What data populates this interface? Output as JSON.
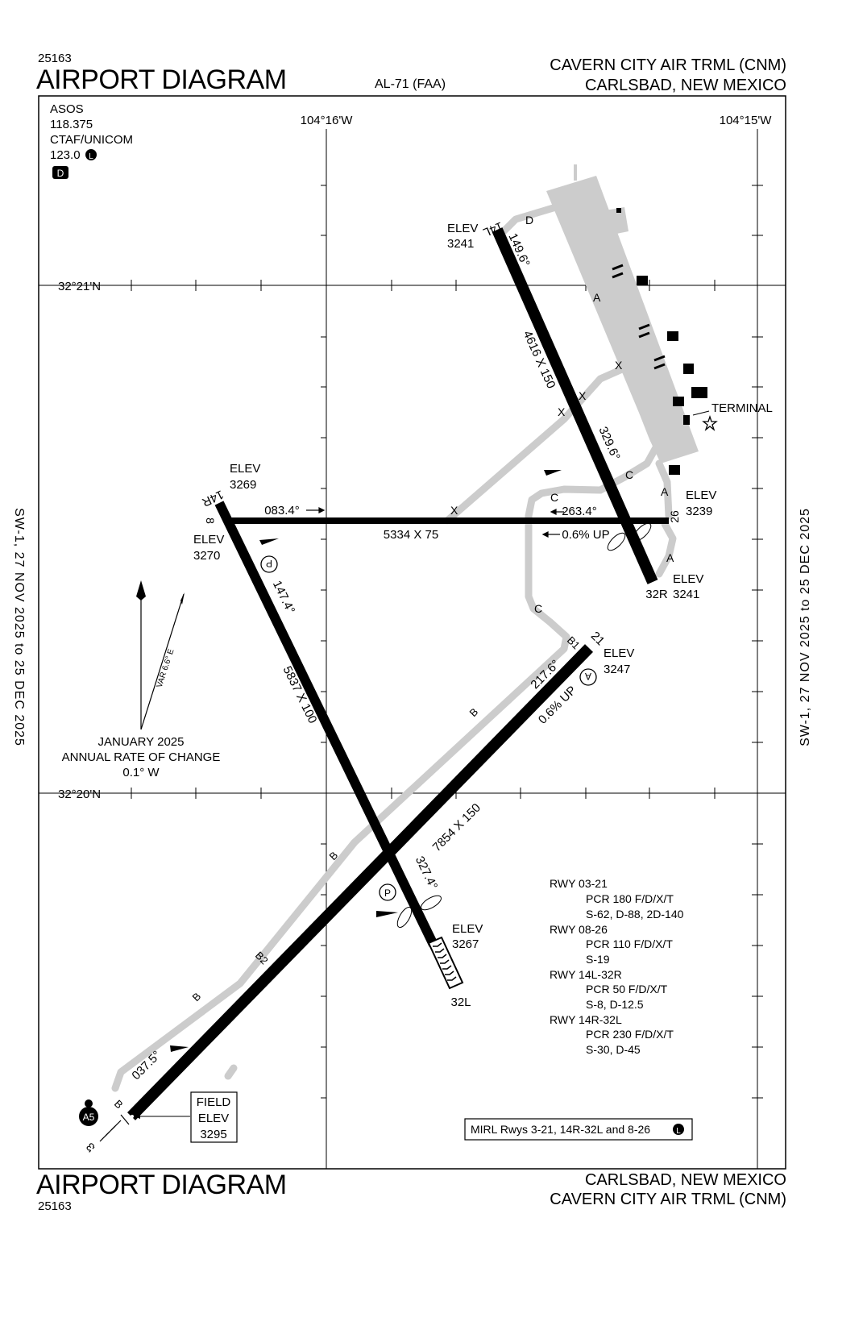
{
  "header": {
    "number_top": "25163",
    "title_top": "AIRPORT DIAGRAM",
    "procedure_id": "AL-71 (FAA)",
    "airport_name": "CAVERN CITY AIR TRML (CNM)",
    "airport_location": "CARLSBAD, NEW MEXICO"
  },
  "footer": {
    "location": "CARLSBAD, NEW MEXICO",
    "airport_name": "CAVERN CITY AIR TRML (CNM)",
    "title_bottom": "AIRPORT DIAGRAM",
    "number_bottom": "25163"
  },
  "side_dates": {
    "left": "SW-1,  27 NOV 2025  to  25 DEC 2025",
    "right": "SW-1,  27 NOV 2025  to  25 DEC 2025"
  },
  "comms": {
    "asos_label": "ASOS",
    "asos_freq": "118.375",
    "ctaf_label": "CTAF/UNICOM",
    "ctaf_freq": "123.0",
    "lighting_badge": "L",
    "atis_badge": "D"
  },
  "coordinates": {
    "lon_west": "104°16'W",
    "lon_east": "104°15'W",
    "lat_north": "32°21'N",
    "lat_south": "32°20'N"
  },
  "magnetic": {
    "variation": "VAR 6.6° E",
    "date": "JANUARY 2025",
    "rate_label": "ANNUAL RATE OF CHANGE",
    "rate": "0.1° W"
  },
  "runways": {
    "r14l": {
      "end_label": "14L",
      "elev_label": "ELEV",
      "elev": "3241",
      "heading": "149.6°",
      "dims": "4616 X 150"
    },
    "r32r": {
      "end_label": "32R",
      "elev_label": "ELEV",
      "elev": "3241",
      "heading": "329.6°"
    },
    "r14r": {
      "end_label": "14R",
      "elev_label": "ELEV",
      "elev": "3269",
      "heading": "147.4°",
      "dims": "5837 X 100"
    },
    "r32l": {
      "end_label": "32L",
      "elev_label": "ELEV",
      "elev": "3267",
      "heading": "327.4°"
    },
    "r08": {
      "end_label": "8",
      "elev_label": "ELEV",
      "elev": "3270",
      "heading": "083.4°",
      "dims": "5334 X 75"
    },
    "r26": {
      "end_label": "26",
      "elev_label": "ELEV",
      "elev": "3239",
      "heading": "263.4°",
      "slope": "0.6% UP"
    },
    "r03": {
      "end_label": "3",
      "heading": "037.5°",
      "dims": "7854 X 150"
    },
    "r21": {
      "end_label": "21",
      "elev_label": "ELEV",
      "elev": "3247",
      "heading": "217.6°",
      "slope": "0.6% UP"
    }
  },
  "field_elev": {
    "line1": "FIELD",
    "line2": "ELEV",
    "value": "3295"
  },
  "terminal_label": "TERMINAL",
  "taxiways": {
    "a": "A",
    "b": "B",
    "b1": "B1",
    "b2": "B2",
    "c": "C",
    "d": "D",
    "x": "X"
  },
  "symbols": {
    "p": "P",
    "a5": "A5",
    "a_circle": "A"
  },
  "pcr_info": [
    {
      "rwy": "RWY 03-21",
      "pcr": "PCR 180 F/D/X/T",
      "gear": "S-62, D-88, 2D-140"
    },
    {
      "rwy": "RWY 08-26",
      "pcr": "PCR 110 F/D/X/T",
      "gear": "S-19"
    },
    {
      "rwy": "RWY 14L-32R",
      "pcr": "PCR 50 F/D/X/T",
      "gear": "S-8, D-12.5"
    },
    {
      "rwy": "RWY 14R-32L",
      "pcr": "PCR 230 F/D/X/T",
      "gear": "S-30, D-45"
    }
  ],
  "mirl_note": "MIRL Rwys 3-21, 14R-32L and 8-26",
  "colors": {
    "runway": "#000000",
    "taxiway": "#cccccc",
    "apron": "#cccccc",
    "background": "#ffffff"
  }
}
